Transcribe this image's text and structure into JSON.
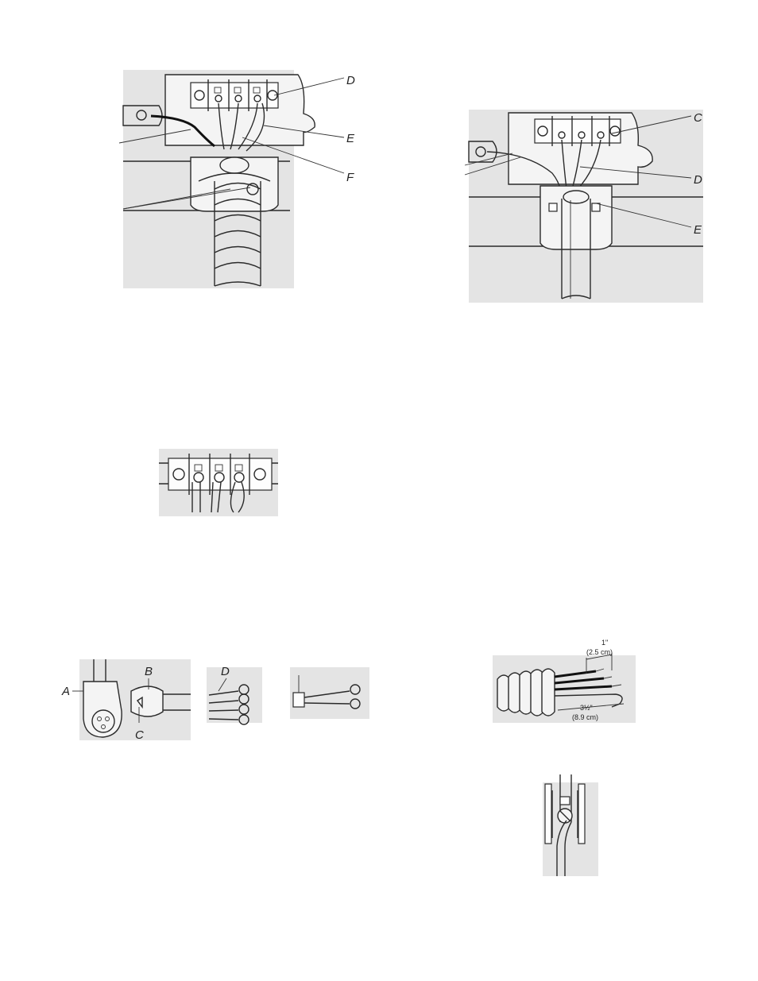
{
  "figures": {
    "conduit_4wire": {
      "labels": {
        "d": "D",
        "e": "E",
        "f": "F"
      }
    },
    "cord_4wire": {
      "labels": {
        "c": "C",
        "d": "D",
        "e": "E"
      }
    },
    "terminal_block": {},
    "cord_types": {
      "labels": {
        "a": "A",
        "b": "B",
        "c": "C",
        "d": "D"
      }
    },
    "wire_strip": {
      "dim_short": "1\"",
      "dim_short_metric": "(2.5 cm)",
      "dim_long": "3½\"",
      "dim_long_metric": "(8.9 cm)"
    },
    "ground_screw": {}
  }
}
